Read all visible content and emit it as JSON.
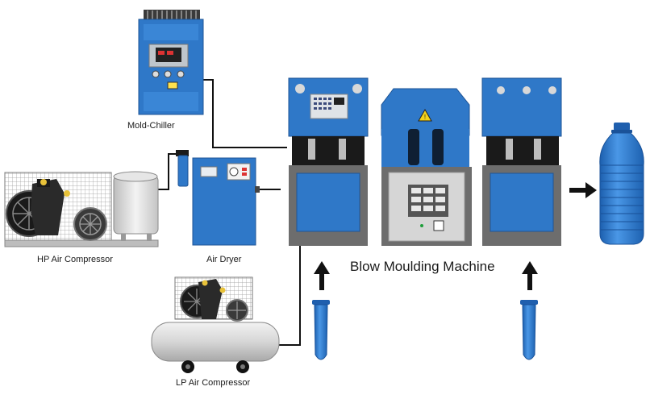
{
  "labels": {
    "mold_chiller": "Mold-Chiller",
    "hp_air_compressor": "HP Air Compressor",
    "air_dryer": "Air Dryer",
    "lp_air_compressor": "LP Air Compressor",
    "blow_moulding_machine": "Blow Moulding Machine"
  },
  "colors": {
    "machine_blue": "#2f78c8",
    "machine_blue_dark": "#1f5596",
    "machine_gray": "#6d6d6d",
    "machine_dark": "#1e1e1e",
    "tank_gray": "#d9d9d9",
    "pipe": "#111111",
    "bottle_blue": "#2f7fd2"
  },
  "icons": [
    "warning-icon",
    "arrow-up-icon",
    "arrow-right-icon",
    "fan-icon",
    "preform-icon",
    "bottle-icon"
  ]
}
